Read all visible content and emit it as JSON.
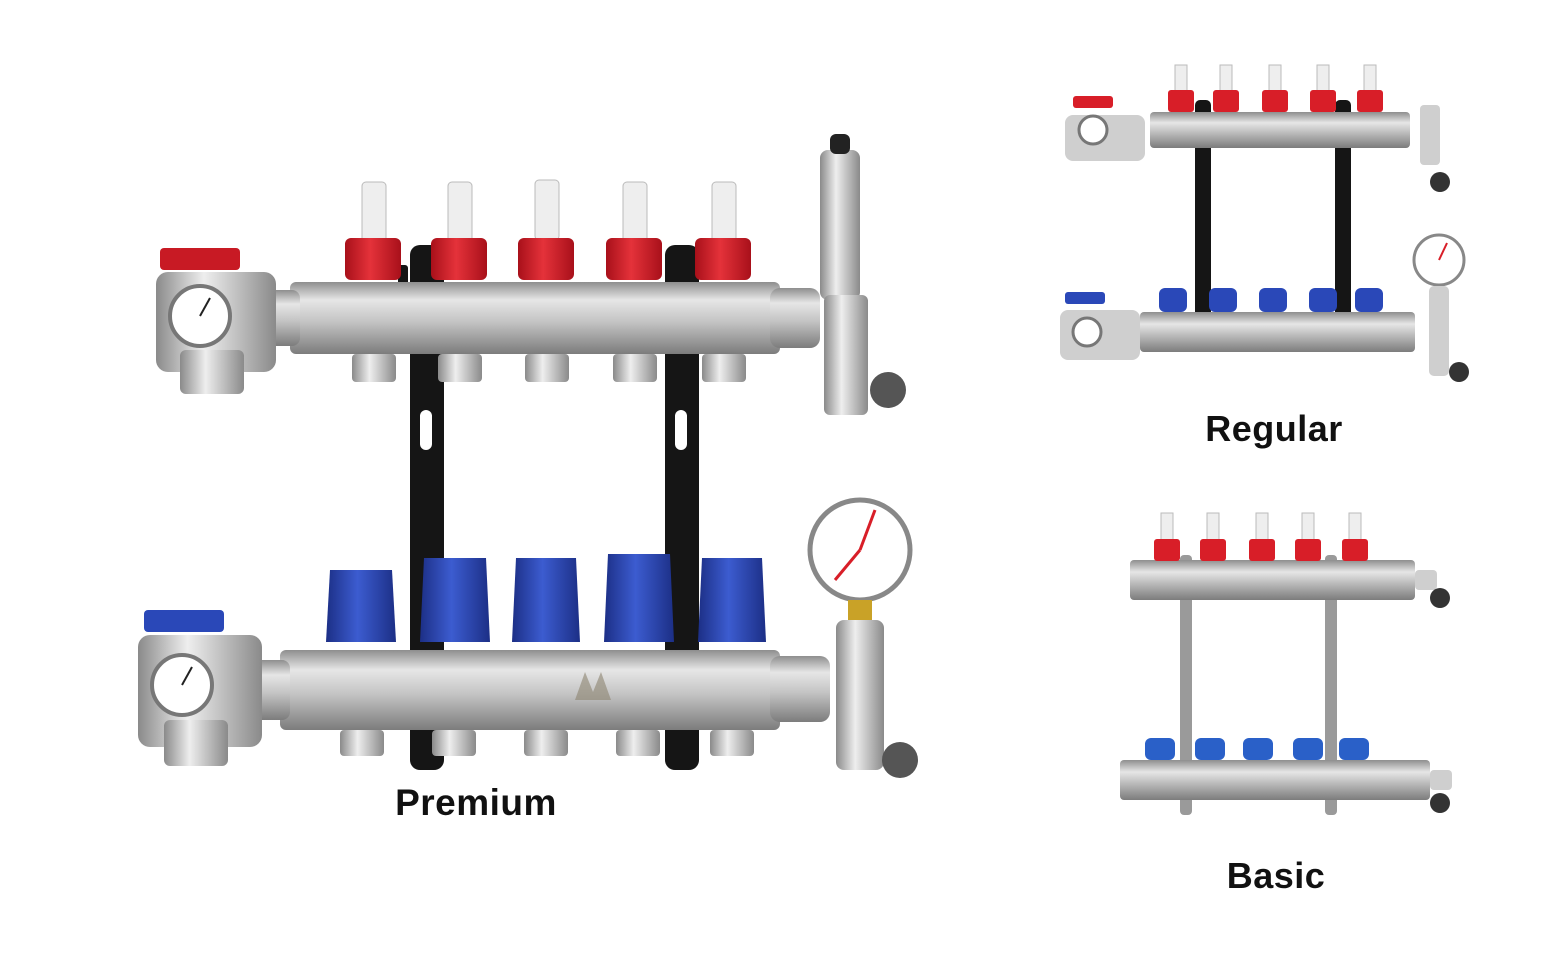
{
  "products": [
    {
      "id": "premium",
      "label": "Premium",
      "ports": 5,
      "supply_cap_color": "#d81e28",
      "return_cap_color": "#2a48b8",
      "bracket_color": "#111111"
    },
    {
      "id": "regular",
      "label": "Regular",
      "ports": 5,
      "supply_cap_color": "#d81e28",
      "return_cap_color": "#2a48b8",
      "bracket_color": "#111111"
    },
    {
      "id": "basic",
      "label": "Basic",
      "ports": 5,
      "supply_cap_color": "#d81e28",
      "return_cap_color": "#2a60c8",
      "bracket_color": "#8a8a8a"
    }
  ],
  "colors": {
    "steel": "#b9b9b9",
    "brass_nickel": "#cfcfcf",
    "red_valve": "#d81e28",
    "blue_valve": "#2a48b8"
  }
}
